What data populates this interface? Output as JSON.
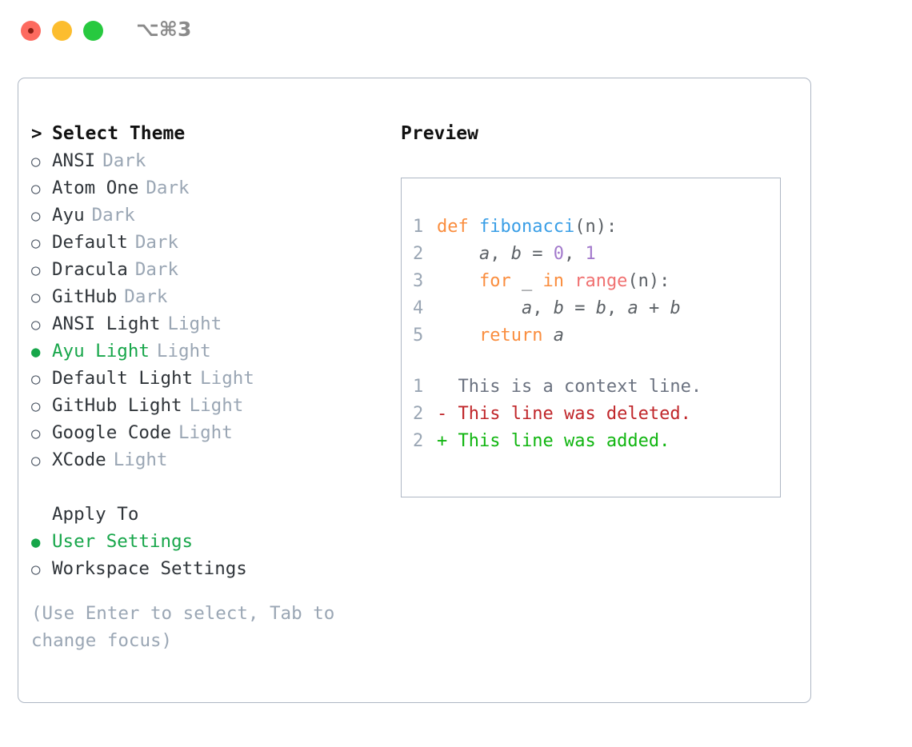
{
  "window": {
    "title": "⌥⌘3",
    "controls": [
      {
        "name": "close",
        "color": "#fd6a5f"
      },
      {
        "name": "minimize",
        "color": "#fcbd2e"
      },
      {
        "name": "maximize",
        "color": "#27c93f"
      }
    ]
  },
  "theme_picker": {
    "header_marker": ">",
    "header": "Select Theme",
    "items": [
      {
        "marker": "○",
        "label": "ANSI",
        "tag": "Dark",
        "selected": false
      },
      {
        "marker": "○",
        "label": "Atom One",
        "tag": "Dark",
        "selected": false
      },
      {
        "marker": "○",
        "label": "Ayu",
        "tag": "Dark",
        "selected": false
      },
      {
        "marker": "○",
        "label": "Default",
        "tag": "Dark",
        "selected": false
      },
      {
        "marker": "○",
        "label": "Dracula",
        "tag": "Dark",
        "selected": false
      },
      {
        "marker": "○",
        "label": "GitHub",
        "tag": "Dark",
        "selected": false
      },
      {
        "marker": "○",
        "label": "ANSI Light",
        "tag": "Light",
        "selected": false
      },
      {
        "marker": "●",
        "label": "Ayu Light",
        "tag": "Light",
        "selected": true
      },
      {
        "marker": "○",
        "label": "Default Light",
        "tag": "Light",
        "selected": false
      },
      {
        "marker": "○",
        "label": "GitHub Light",
        "tag": "Light",
        "selected": false
      },
      {
        "marker": "○",
        "label": "Google Code",
        "tag": "Light",
        "selected": false
      },
      {
        "marker": "○",
        "label": "XCode",
        "tag": "Light",
        "selected": false
      }
    ]
  },
  "apply_to": {
    "header": "Apply To",
    "items": [
      {
        "marker": "●",
        "label": "User Settings",
        "selected": true
      },
      {
        "marker": "○",
        "label": "Workspace Settings",
        "selected": false
      }
    ]
  },
  "hint": "(Use Enter to select, Tab to change focus)",
  "preview": {
    "title": "Preview",
    "code_lines": [
      {
        "number": "1",
        "tokens": [
          {
            "t": "def ",
            "c": "kw"
          },
          {
            "t": "fibonacci",
            "c": "fn"
          },
          {
            "t": "(n):",
            "c": "pun"
          }
        ]
      },
      {
        "number": "2",
        "tokens": [
          {
            "t": "    ",
            "c": "pun"
          },
          {
            "t": "a",
            "c": "ident"
          },
          {
            "t": ", ",
            "c": "pun"
          },
          {
            "t": "b",
            "c": "ident"
          },
          {
            "t": " = ",
            "c": "pun"
          },
          {
            "t": "0",
            "c": "num"
          },
          {
            "t": ", ",
            "c": "pun"
          },
          {
            "t": "1",
            "c": "num"
          }
        ]
      },
      {
        "number": "3",
        "tokens": [
          {
            "t": "    ",
            "c": "pun"
          },
          {
            "t": "for ",
            "c": "kw"
          },
          {
            "t": "_",
            "c": "pun"
          },
          {
            "t": " in ",
            "c": "kw"
          },
          {
            "t": "range",
            "c": "bi"
          },
          {
            "t": "(n):",
            "c": "pun"
          }
        ]
      },
      {
        "number": "4",
        "tokens": [
          {
            "t": "        ",
            "c": "pun"
          },
          {
            "t": "a",
            "c": "ident"
          },
          {
            "t": ", ",
            "c": "pun"
          },
          {
            "t": "b",
            "c": "ident"
          },
          {
            "t": " = ",
            "c": "pun"
          },
          {
            "t": "b",
            "c": "ident"
          },
          {
            "t": ", ",
            "c": "pun"
          },
          {
            "t": "a",
            "c": "ident"
          },
          {
            "t": " + ",
            "c": "pun"
          },
          {
            "t": "b",
            "c": "ident"
          }
        ]
      },
      {
        "number": "5",
        "tokens": [
          {
            "t": "    ",
            "c": "pun"
          },
          {
            "t": "return ",
            "c": "kw"
          },
          {
            "t": "a",
            "c": "ident"
          }
        ]
      }
    ],
    "diff_lines": [
      {
        "number": "1",
        "sign": "  ",
        "text": "This is a context line.",
        "kind": "diff-ctx"
      },
      {
        "number": "2",
        "sign": "- ",
        "text": "This line was deleted.",
        "kind": "diff-del"
      },
      {
        "number": "2",
        "sign": "+ ",
        "text": "This line was added.",
        "kind": "diff-add"
      }
    ]
  },
  "colors": {
    "accent_green": "#17a64a",
    "muted": "#9aa6b4",
    "border": "#aeb7c4",
    "keyword": "#fa8d3e",
    "function": "#399ee6",
    "builtin": "#f07171",
    "number": "#a37acc",
    "diff_added": "#10b510",
    "diff_deleted": "#c0262a"
  }
}
